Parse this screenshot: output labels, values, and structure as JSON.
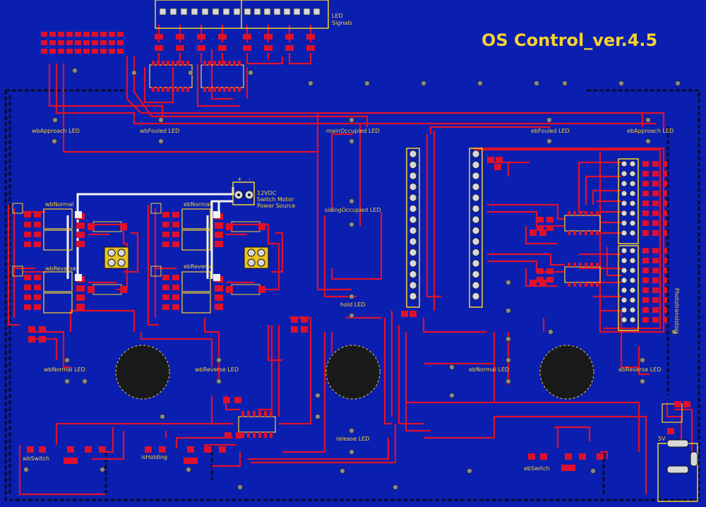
{
  "title": "OS Control_ver.4.5",
  "colors": {
    "board": "#0a1fb0",
    "trace": "#e0102a",
    "silkscreen": "#f6d22d",
    "pad": "#d8d8d8",
    "white_wire": "#f2f2f2",
    "mounting_hole": "#1a1a1a"
  },
  "labels": {
    "led_signals_l1": "LED",
    "led_signals_l2": "Signals",
    "wb_approach": "wbApproach LED",
    "wb_fouled": "wbFouled LED",
    "main_occupied": "mainOccupied LED",
    "eb_fouled": "ebFouled LED",
    "eb_approach": "ebApproach LED",
    "siding_occupied": "sidingOccupied LED",
    "power_l1": "12VDC",
    "power_l2": "Switch Motor",
    "power_l3": "Power Source",
    "power_plus": "+",
    "power_minus": "-",
    "wb_normal_block": "wbNormal",
    "eb_normal_block": "ebNormal",
    "wb_reverse_block": "wbReverse",
    "eb_reverse_block": "ebReverse",
    "hold": "hold LED",
    "wb_normal_led": "wbNormal LED",
    "wb_reverse_led": "wbReverse LED",
    "eb_normal_led": "ebNormal LED",
    "eb_reverse_led": "ebReverse LED",
    "release": "release LED",
    "wb_switch": "wbSwitch",
    "is_holding": "isHolding",
    "eb_switch": "ebSwitch",
    "five_v": "5V",
    "phototransistors": "Phototransistors"
  }
}
